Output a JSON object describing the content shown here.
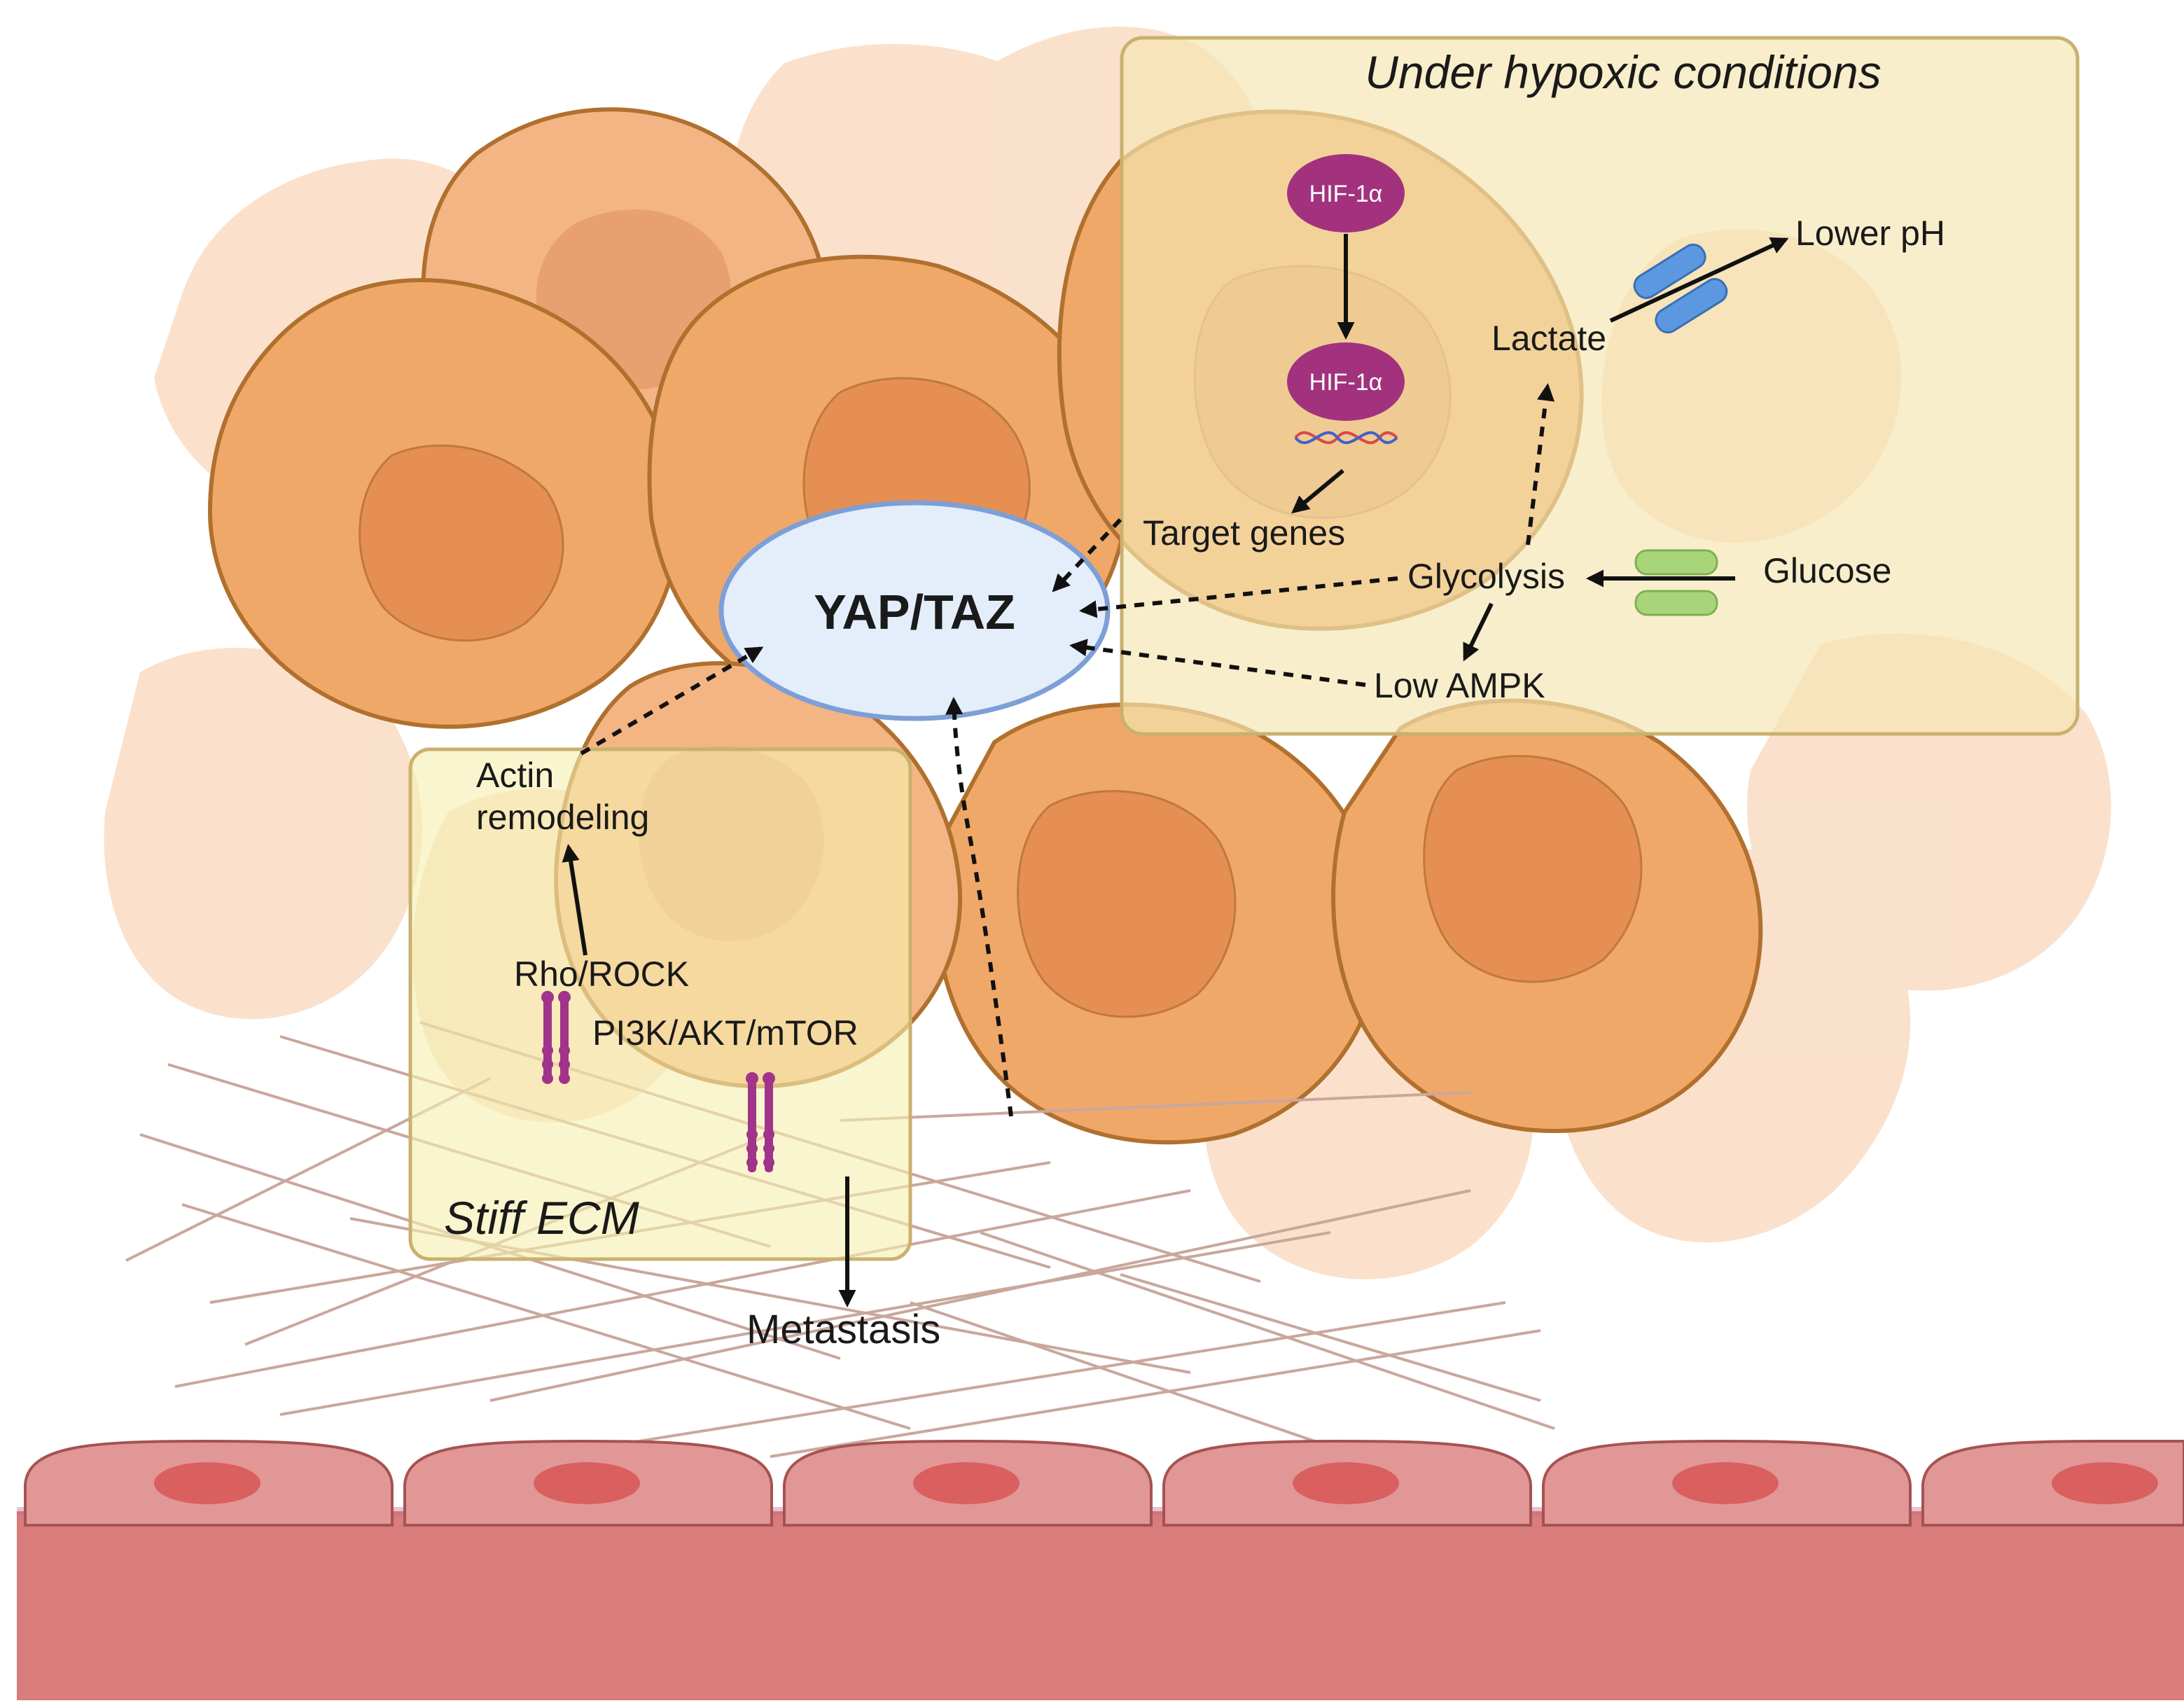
{
  "regions": {
    "hypoxia_title": "Under hypoxic conditions",
    "ecm_title": "Stiff ECM"
  },
  "core": {
    "label": "YAP/TAZ"
  },
  "nodes": {
    "hif1a_cyto": "HIF-1α",
    "hif1a_nuc": "HIF-1α",
    "target_genes": "Target genes",
    "lactate": "Lactate",
    "lower_ph": "Lower pH",
    "glycolysis": "Glycolysis",
    "glucose": "Glucose",
    "low_ampk": "Low AMPK",
    "actin_remodeling_1": "Actin",
    "actin_remodeling_2": "remodeling",
    "rho_rock": "Rho/ROCK",
    "pi3k": "PI3K/AKT/mTOR",
    "metastasis": "Metastasis"
  },
  "colors": {
    "cell_body": "#f0a868",
    "cell_outline": "#b0702e",
    "cell_faded": "#f7c9a1",
    "nucleus": "#e58f52",
    "yap_fill": "#e4eefb",
    "yap_stroke": "#7e9fd6",
    "hypoxia_box": "#f5e6b3",
    "ecm_box": "#f6efb0",
    "box_stroke": "#c9b16e",
    "vessel": "#d87c7c",
    "endothelial": "#e29797",
    "endo_nucleus": "#d9605f",
    "hif": "#a2327e",
    "receptor": "#a0348a",
    "lactate_channel": "#5b98e0",
    "glucose_channel": "#a9d57a"
  }
}
